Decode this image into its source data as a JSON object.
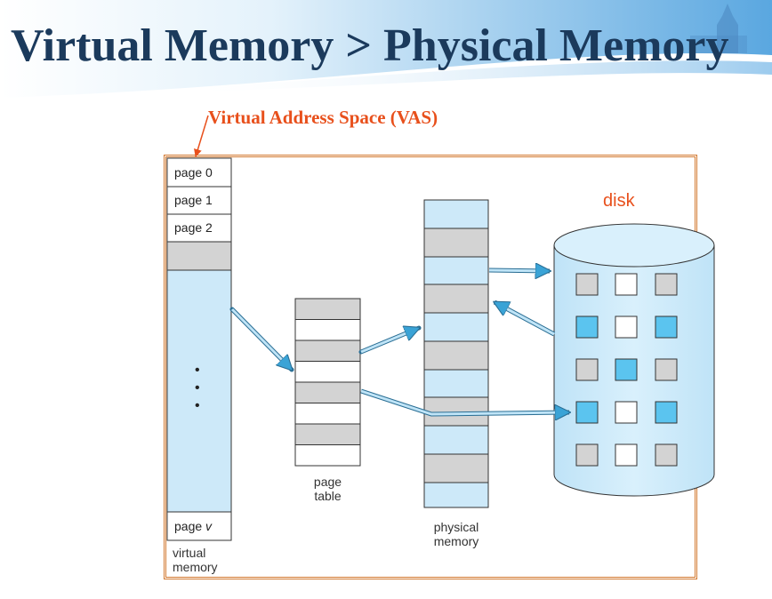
{
  "slide": {
    "title": "Virtual Memory > Physical Memory",
    "vas_label": "Virtual Address Space (VAS)"
  },
  "virtual_memory": {
    "pages": [
      "page 0",
      "page 1",
      "page 2"
    ],
    "last_page_prefix": "page ",
    "last_page_var": "v",
    "dots": "•",
    "caption_line1": "virtual",
    "caption_line2": "memory"
  },
  "page_table": {
    "caption_line1": "page",
    "caption_line2": "table"
  },
  "physical_memory": {
    "caption_line1": "physical",
    "caption_line2": "memory"
  },
  "disk": {
    "label": "disk"
  },
  "colors": {
    "title": "#1b3a5c",
    "accent_orange": "#e8501c",
    "frame": "#d2782e",
    "light_blue": "#cde9f9",
    "mid_blue": "#5bc4ef",
    "gray": "#d3d3d3"
  }
}
